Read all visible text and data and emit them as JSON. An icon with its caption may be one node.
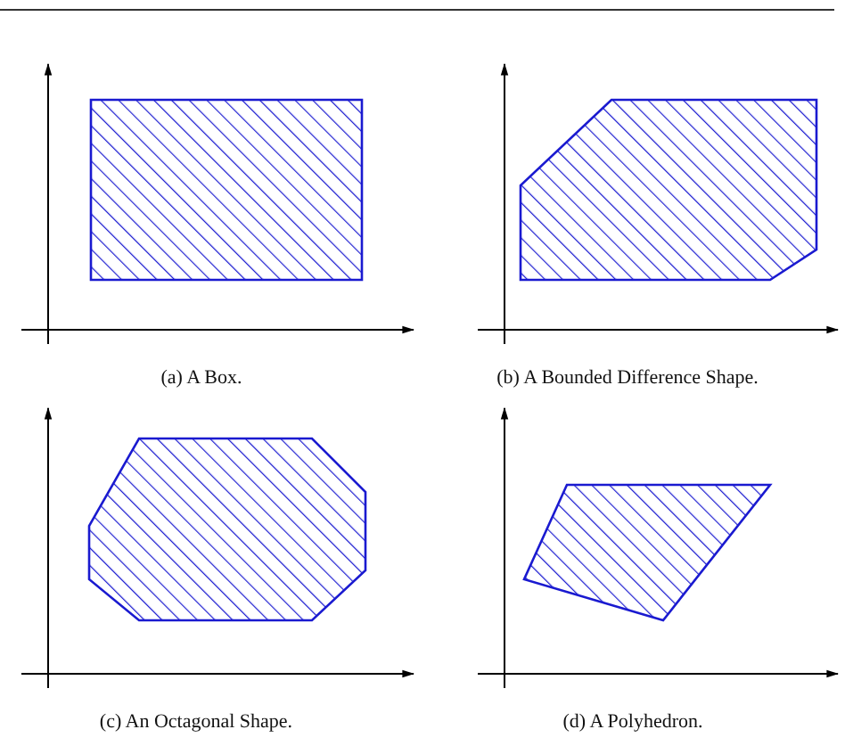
{
  "diagram": {
    "labels": [
      "(a)  A Box.",
      "(b)  A Bounded Difference Shape.",
      "(c)  An Octagonal Shape.",
      "(d)  A Polyhedron."
    ]
  }
}
